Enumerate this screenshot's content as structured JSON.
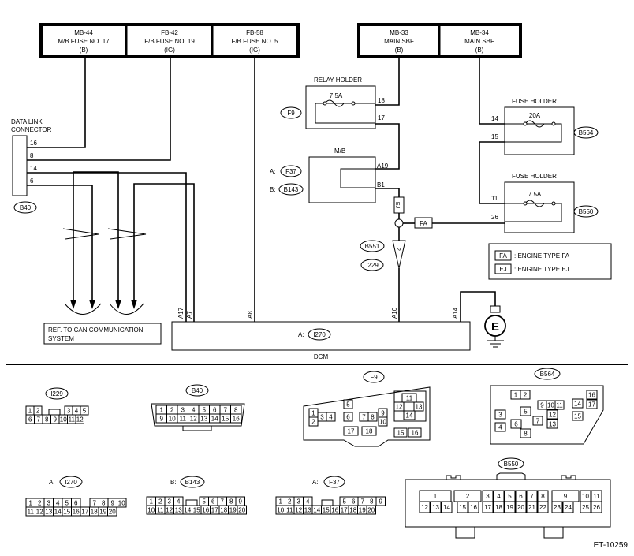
{
  "fuses": [
    {
      "code": "MB-44",
      "name": "M/B FUSE NO. 17",
      "supply": "(B)"
    },
    {
      "code": "FB-42",
      "name": "F/B FUSE NO. 19",
      "supply": "(IG)"
    },
    {
      "code": "FB-58",
      "name": "F/B FUSE NO. 5",
      "supply": "(IG)"
    },
    {
      "code": "MB-33",
      "name": "MAIN SBF",
      "supply": "(B)"
    },
    {
      "code": "MB-34",
      "name": "MAIN SBF",
      "supply": "(B)"
    }
  ],
  "data_link": {
    "title1": "DATA LINK",
    "title2": "CONNECTOR",
    "pins": [
      "16",
      "8",
      "14",
      "6"
    ],
    "id": "B40"
  },
  "relay_holder": {
    "title": "RELAY HOLDER",
    "fuse": "7.5A",
    "pin_in": "18",
    "pin_out": "17",
    "id": "F9"
  },
  "mb": {
    "title": "M/B",
    "pin_in": "A19",
    "pin_out": "B1",
    "id_a": "F37",
    "id_b": "B143",
    "prefix_a": "A:",
    "prefix_b": "B:"
  },
  "fuse_holder_1": {
    "title": "FUSE HOLDER",
    "fuse": "20A",
    "pin_in": "14",
    "pin_out": "15",
    "id": "B564"
  },
  "fuse_holder_2": {
    "title": "FUSE HOLDER",
    "fuse": "7.5A",
    "pin_in": "11",
    "pin_out": "26",
    "id": "B550"
  },
  "joints": {
    "ej": "EJ",
    "fa": "FA",
    "ground_id1": "B551",
    "ground_id2": "I229",
    "ground_num": "2"
  },
  "legend": [
    {
      "code": "FA",
      "text": ": ENGINE TYPE FA"
    },
    {
      "code": "EJ",
      "text": ": ENGINE TYPE EJ"
    }
  ],
  "can_ref": {
    "line1": "REF. TO CAN COMMUNICATION",
    "line2": "SYSTEM"
  },
  "dcm": {
    "name": "DCM",
    "prefix": "A:",
    "id": "I270",
    "pins": [
      "A17",
      "A7",
      "A8",
      "A10",
      "A14"
    ]
  },
  "ground_symbol": "E",
  "doc_id": "ET-10259",
  "connectors": {
    "i229": {
      "label": "I229",
      "row1": [
        "1",
        "2",
        "3",
        "4",
        "5"
      ],
      "row2": [
        "6",
        "7",
        "8",
        "9",
        "10",
        "11",
        "12"
      ]
    },
    "b40": {
      "label": "B40",
      "row1": [
        "1",
        "2",
        "3",
        "4",
        "5",
        "6",
        "7",
        "8"
      ],
      "row2": [
        "9",
        "10",
        "11",
        "12",
        "13",
        "14",
        "15",
        "16"
      ]
    },
    "f9": {
      "label": "F9",
      "pins": [
        "1",
        "2",
        "3",
        "4",
        "5",
        "6",
        "7",
        "8",
        "9",
        "10",
        "11",
        "12",
        "13",
        "14",
        "15",
        "16",
        "17",
        "18"
      ]
    },
    "b564": {
      "label": "B564",
      "pins": [
        "1",
        "2",
        "3",
        "4",
        "5",
        "6",
        "7",
        "8",
        "9",
        "10",
        "11",
        "12",
        "13",
        "14",
        "15",
        "16",
        "17"
      ]
    },
    "i270": {
      "prefix": "A:",
      "label": "I270",
      "row1": [
        "1",
        "2",
        "3",
        "4",
        "5",
        "6",
        "7",
        "8",
        "9",
        "10"
      ],
      "row2": [
        "11",
        "12",
        "13",
        "14",
        "15",
        "16",
        "17",
        "18",
        "19",
        "20"
      ]
    },
    "b143": {
      "prefix": "B:",
      "label": "B143",
      "row1": [
        "1",
        "2",
        "3",
        "4",
        "5",
        "6",
        "7",
        "8",
        "9"
      ],
      "row2": [
        "10",
        "11",
        "12",
        "13",
        "14",
        "15",
        "16",
        "17",
        "18",
        "19",
        "20"
      ]
    },
    "f37": {
      "prefix": "A:",
      "label": "F37",
      "row1": [
        "1",
        "2",
        "3",
        "4",
        "5",
        "6",
        "7",
        "8",
        "9"
      ],
      "row2": [
        "10",
        "11",
        "12",
        "13",
        "14",
        "15",
        "16",
        "17",
        "18",
        "19",
        "20"
      ]
    },
    "b550": {
      "label": "B550",
      "row1": [
        "1",
        "2",
        "3",
        "4",
        "5",
        "6",
        "7",
        "8",
        "9",
        "10",
        "11"
      ],
      "row2": [
        "12",
        "13",
        "14",
        "15",
        "16",
        "17",
        "18",
        "19",
        "20",
        "21",
        "22",
        "23",
        "24",
        "25",
        "26"
      ]
    }
  }
}
